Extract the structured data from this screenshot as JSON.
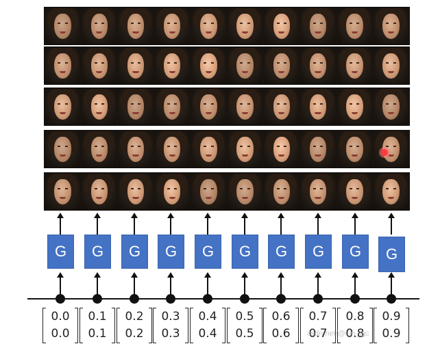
{
  "generator_label": "G",
  "vectors": [
    {
      "top": "0.0",
      "bottom": "0.0"
    },
    {
      "top": "0.1",
      "bottom": "0.1"
    },
    {
      "top": "0.2",
      "bottom": "0.2"
    },
    {
      "top": "0.3",
      "bottom": "0.3"
    },
    {
      "top": "0.4",
      "bottom": "0.4"
    },
    {
      "top": "0.5",
      "bottom": "0.5"
    },
    {
      "top": "0.6",
      "bottom": "0.6"
    },
    {
      "top": "0.7",
      "bottom": "0.7"
    },
    {
      "top": "0.8",
      "bottom": "0.8"
    },
    {
      "top": "0.9",
      "bottom": "0.9"
    }
  ],
  "face_strips": 5,
  "faces_per_strip": 10,
  "watermark": "csdn.net/@iun_lgc"
}
